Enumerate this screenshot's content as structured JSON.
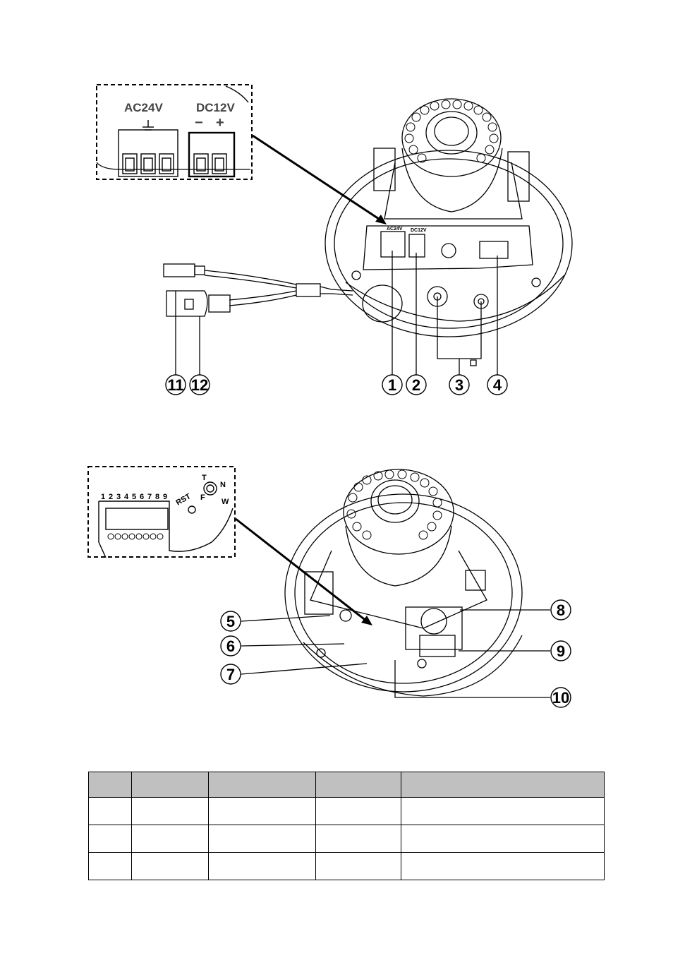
{
  "figure1": {
    "inset_labels": {
      "ac": "AC24V",
      "dc": "DC12V",
      "minus": "−",
      "plus": "+"
    },
    "board_labels": {
      "ac": "AC24V",
      "dc": "DC12V"
    },
    "callouts": [
      "1",
      "2",
      "3",
      "4",
      "11",
      "12"
    ]
  },
  "figure2": {
    "inset_labels": {
      "pins": [
        "1",
        "2",
        "3",
        "4",
        "5",
        "6",
        "7",
        "8",
        "9"
      ],
      "rst": "RST",
      "f": "F",
      "t": "T",
      "n": "N",
      "w": "W"
    },
    "callouts": [
      "5",
      "6",
      "7",
      "8",
      "9",
      "10"
    ]
  },
  "table": {
    "header": [
      "",
      "",
      "",
      "",
      ""
    ],
    "rows": [
      [
        "",
        "",
        "",
        "",
        ""
      ],
      [
        "",
        "",
        "",
        "",
        ""
      ],
      [
        "",
        "",
        "",
        "",
        ""
      ]
    ]
  }
}
